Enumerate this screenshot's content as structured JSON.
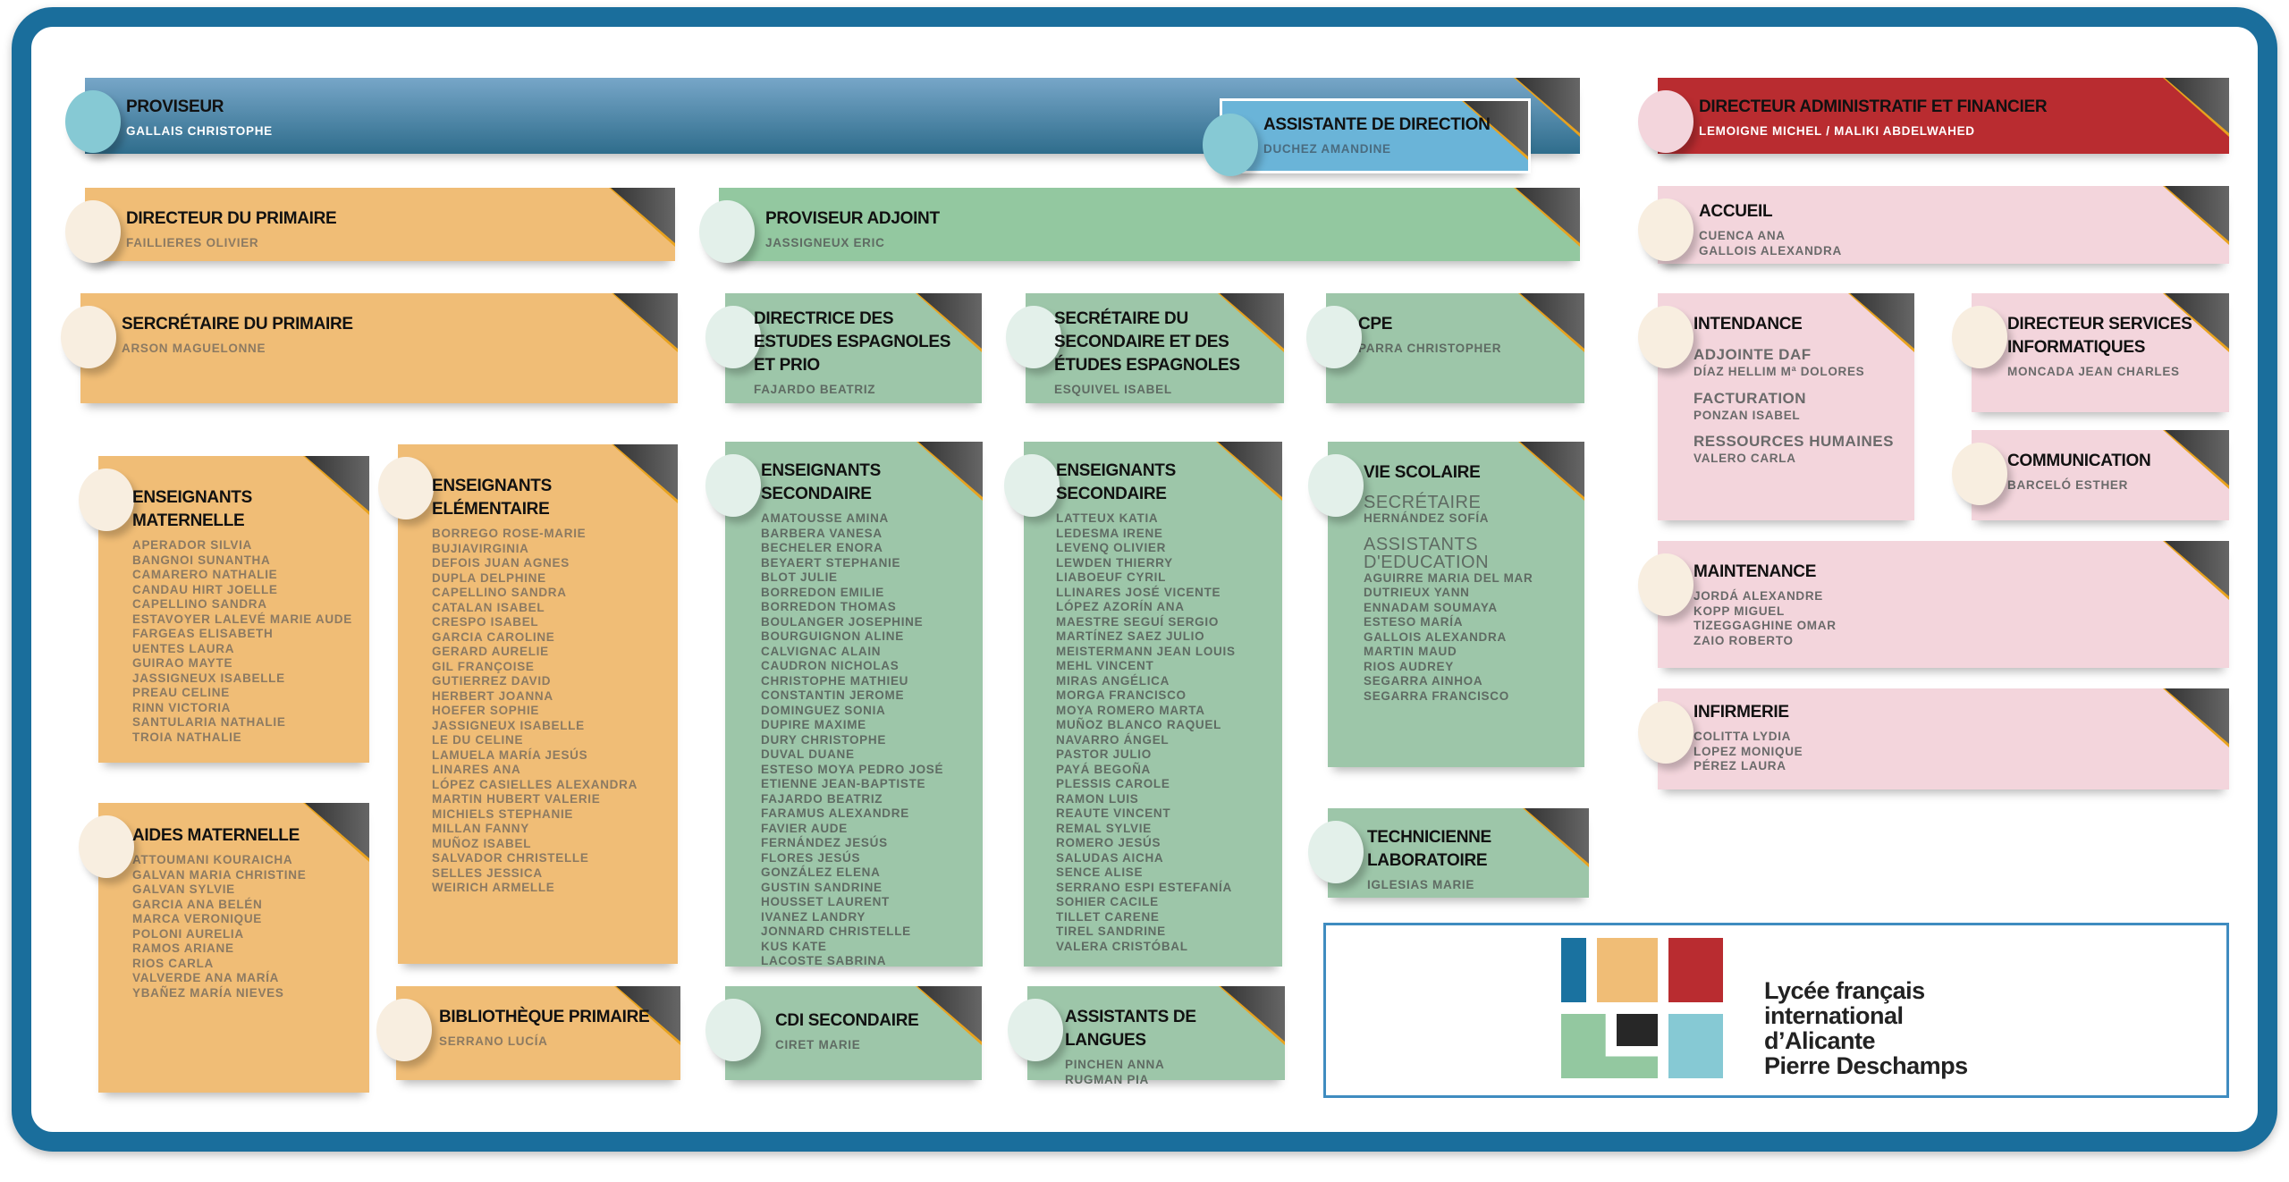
{
  "cards": {
    "proviseur": {
      "title": "PROVISEUR",
      "sections": [
        {
          "names": [
            "GALLAIS CHRISTOPHE"
          ]
        }
      ]
    },
    "assistante": {
      "title": "ASSISTANTE DE DIRECTION",
      "sections": [
        {
          "names": [
            "DUCHEZ AMANDINE"
          ]
        }
      ]
    },
    "daf": {
      "title": "DIRECTEUR ADMINISTRATIF ET FINANCIER",
      "sections": [
        {
          "names": [
            "LEMOIGNE MICHEL / MALIKI ABDELWAHED"
          ]
        }
      ]
    },
    "dir_primaire": {
      "title": "DIRECTEUR DU PRIMAIRE",
      "sections": [
        {
          "names": [
            "FAILLIERES OLIVIER"
          ]
        }
      ]
    },
    "proviseur_adjoint": {
      "title": "PROVISEUR ADJOINT",
      "sections": [
        {
          "names": [
            "JASSIGNEUX ERIC"
          ]
        }
      ]
    },
    "accueil": {
      "title": "ACCUEIL",
      "sections": [
        {
          "names": [
            "CUENCA ANA",
            "GALLOIS ALEXANDRA"
          ]
        }
      ]
    },
    "sec_primaire": {
      "title": "SERCRÉTAIRE DU PRIMAIRE",
      "sections": [
        {
          "names": [
            "ARSON MAGUELONNE"
          ]
        }
      ]
    },
    "directrice_esp": {
      "title": "DIRECTRICE   DES\nESTUDES ESPAGNOLES\nET PRIO",
      "sections": [
        {
          "names": [
            "FAJARDO BEATRIZ"
          ]
        }
      ]
    },
    "sec_secondaire": {
      "title": "SECRÉTAIRE DU\nSECONDAIRE ET DES\nÉTUDES ESPAGNOLES",
      "sections": [
        {
          "names": [
            "ESQUIVEL ISABEL"
          ]
        }
      ]
    },
    "cpe": {
      "title": "CPE",
      "sections": [
        {
          "names": [
            "PARRA CHRISTOPHER"
          ]
        }
      ]
    },
    "intendance": {
      "title": "INTENDANCE",
      "sections": [
        {
          "heading": "ADJOINTE DAF",
          "names": [
            "DÍAZ HELLIM Mª DOLORES"
          ]
        },
        {
          "heading": "FACTURATION",
          "names": [
            "PONZAN ISABEL"
          ]
        },
        {
          "heading": "RESSOURCES HUMAINES",
          "names": [
            "VALERO CARLA"
          ]
        }
      ]
    },
    "dsi": {
      "title": "DIRECTEUR SERVICES\nINFORMATIQUES",
      "sections": [
        {
          "names": [
            "MONCADA JEAN CHARLES"
          ]
        }
      ]
    },
    "communication": {
      "title": "COMMUNICATION",
      "sections": [
        {
          "names": [
            "BARCELÓ ESTHER"
          ]
        }
      ]
    },
    "maintenance": {
      "title": "MAINTENANCE",
      "sections": [
        {
          "names": [
            "JORDÁ ALEXANDRE",
            "KOPP MIGUEL",
            "TIZEGGAGHINE OMAR",
            "ZAIO ROBERTO"
          ]
        }
      ]
    },
    "infirmerie": {
      "title": "INFIRMERIE",
      "sections": [
        {
          "names": [
            "COLITTA LYDIA",
            "LOPEZ MONIQUE",
            "PÉREZ LAURA"
          ]
        }
      ]
    },
    "ens_maternelle": {
      "title": "ENSEIGNANTS\nMATERNELLE",
      "sections": [
        {
          "names": [
            "APERADOR SILVIA",
            "BANGNOI SUNANTHA",
            "CAMARERO NATHALIE",
            "CANDAU HIRT JOELLE",
            "CAPELLINO SANDRA",
            "ESTAVOYER LALEVÉ MARIE AUDE",
            "FARGEAS ELISABETH",
            "UENTES LAURA",
            "GUIRAO MAYTE",
            "JASSIGNEUX ISABELLE",
            "PREAU CELINE",
            "RINN VICTORIA",
            "SANTULARIA NATHALIE",
            "TROIA NATHALIE"
          ]
        }
      ]
    },
    "ens_elementaire": {
      "title": "ENSEIGNANTS\nELÉMENTAIRE",
      "sections": [
        {
          "names": [
            "BORREGO ROSE-MARIE",
            "BUJIAVIRGINIA",
            "DEFOIS JUAN AGNES",
            "DUPLA DELPHINE",
            "CAPELLINO SANDRA",
            "CATALAN ISABEL",
            "CRESPO ISABEL",
            "GARCIA CAROLINE",
            "GERARD AURELIE",
            "GIL FRANÇOISE",
            "GUTIERREZ DAVID",
            "HERBERT JOANNA",
            "HOEFER SOPHIE",
            "JASSIGNEUX ISABELLE",
            "LE DU CELINE",
            "LAMUELA MARÍA JESÚS",
            "LINARES ANA",
            "LÓPEZ CASIELLES ALEXANDRA",
            "MARTIN HUBERT VALERIE",
            "MICHIELS STEPHANIE",
            "MILLAN FANNY",
            "MUÑOZ ISABEL",
            "SALVADOR CHRISTELLE",
            "SELLES JESSICA",
            "WEIRICH ARMELLE"
          ]
        }
      ]
    },
    "aides_maternelle": {
      "title": "AIDES MATERNELLE",
      "sections": [
        {
          "names": [
            "ATTOUMANI KOURAICHA",
            "GALVAN MARIA CHRISTINE",
            "GALVAN SYLVIE",
            "GARCIA ANA BELÉN",
            "MARCA VERONIQUE",
            "POLONI AURELIA",
            "RAMOS ARIANE",
            "RIOS CARLA",
            "VALVERDE ANA MARÍA",
            "YBAÑEZ MARÍA NIEVES"
          ]
        }
      ]
    },
    "bibliotheque": {
      "title": "BIBLIOTHÈQUE PRIMAIRE",
      "sections": [
        {
          "names": [
            "SERRANO LUCÍA"
          ]
        }
      ]
    },
    "ens_secondaire_1": {
      "title": "ENSEIGNANTS\nSECONDAIRE",
      "sections": [
        {
          "names": [
            "AMATOUSSE AMINA",
            "BARBERA VANESA",
            "BECHELER ENORA",
            "BEYAERT STEPHANIE",
            "BLOT JULIE",
            "BORREDON EMILIE",
            "BORREDON THOMAS",
            "BOULANGER JOSEPHINE",
            "BOURGUIGNON ALINE",
            "CALVIGNAC ALAIN",
            "CAUDRON NICHOLAS",
            "CHRISTOPHE MATHIEU",
            "CONSTANTIN JEROME",
            "DOMINGUEZ SONIA",
            "DUPIRE MAXIME",
            "DURY CHRISTOPHE",
            "DUVAL DUANE",
            "ESTESO MOYA PEDRO JOSÉ",
            "ETIENNE JEAN-BAPTISTE",
            "FAJARDO BEATRIZ",
            "FARAMUS ALEXANDRE",
            "FAVIER AUDE",
            "FERNÁNDEZ JESÚS",
            "FLORES JESÚS",
            "GONZÁLEZ ELENA",
            "GUSTIN SANDRINE",
            "HOUSSET LAURENT",
            "IVANEZ LANDRY",
            "JONNARD CHRISTELLE",
            "KUS KATE",
            "LACOSTE SABRINA"
          ]
        }
      ]
    },
    "ens_secondaire_2": {
      "title": "ENSEIGNANTS\nSECONDAIRE",
      "sections": [
        {
          "names": [
            "LATTEUX KATIA",
            "LEDESMA IRENE",
            "LEVENQ OLIVIER",
            "LEWDEN THIERRY",
            "LIABOEUF CYRIL",
            "LLINARES JOSÉ VICENTE",
            "LÓPEZ AZORÍN ANA",
            "MAESTRE SEGUÍ SERGIO",
            "MARTÍNEZ SAEZ JULIO",
            "MEISTERMANN JEAN LOUIS",
            "MEHL VINCENT",
            "MIRAS ANGÉLICA",
            "MORGA FRANCISCO",
            "MOYA ROMERO MARTA",
            "MUÑOZ BLANCO RAQUEL",
            "NAVARRO ÁNGEL",
            "PASTOR JULIO",
            "PAYÁ BEGOÑA",
            "PLESSIS CAROLE",
            "RAMON LUIS",
            "REAUTE VINCENT",
            "REMAL SYLVIE",
            "ROMERO JESÚS",
            "SALUDAS AICHA",
            "SENCE ALISE",
            "SERRANO ESPI ESTEFANÍA",
            "SOHIER CACILE",
            "TILLET CARENE",
            "TIREL SANDRINE",
            "VALERA CRISTÓBAL"
          ]
        }
      ]
    },
    "vie_scolaire": {
      "title": "VIE SCOLAIRE",
      "sections": [
        {
          "heading": "SECRÉTAIRE",
          "names": [
            "HERNÁNDEZ SOFÍA"
          ]
        },
        {
          "heading": "ASSISTANTS\nD'EDUCATION",
          "names": [
            "AGUIRRE MARIA DEL MAR",
            "DUTRIEUX YANN",
            "ENNADAM SOUMAYA",
            "ESTESO MARÍA",
            "GALLOIS ALEXANDRA",
            "MARTIN MAUD",
            "RIOS AUDREY",
            "SEGARRA AINHOA",
            "SEGARRA FRANCISCO"
          ]
        }
      ]
    },
    "technicienne": {
      "title": "TECHNICIENNE\nLABORATOIRE",
      "sections": [
        {
          "names": [
            "IGLESIAS MARIE"
          ]
        }
      ]
    },
    "cdi": {
      "title": "CDI SECONDAIRE",
      "sections": [
        {
          "names": [
            "CIRET MARIE"
          ]
        }
      ]
    },
    "assistants_langues": {
      "title": "ASSISTANTS DE LANGUES",
      "sections": [
        {
          "names": [
            "PINCHEN ANNA",
            "RUGMAN PIA"
          ]
        }
      ]
    }
  },
  "logo": {
    "lines": [
      "Lycée français",
      "international",
      "d’Alicante",
      "Pierre Deschamps"
    ],
    "colors": {
      "blue": "#1a72a0",
      "orange": "#f0bd76",
      "red": "#b92c30",
      "green": "#93c8a0",
      "black": "#272727",
      "lightblue": "#86c9d4"
    }
  }
}
